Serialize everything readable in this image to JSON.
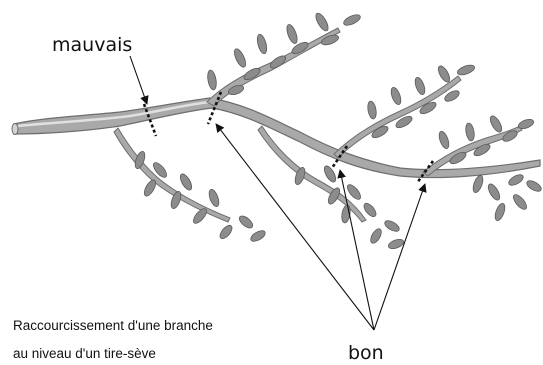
{
  "labels": {
    "bad": "mauvais",
    "good": "bon",
    "caption_line1": "Raccourcissement d'une branche",
    "caption_line2": "au niveau d'un tire-sève"
  },
  "colors": {
    "bark": "#a9a9a9",
    "bark_dark": "#6e6e6e",
    "bark_light": "#e0e0e0",
    "leaf": "#8c8c8c",
    "leaf_dark": "#5a5a5a",
    "cut_line": "#111111",
    "arrow": "#111111"
  }
}
